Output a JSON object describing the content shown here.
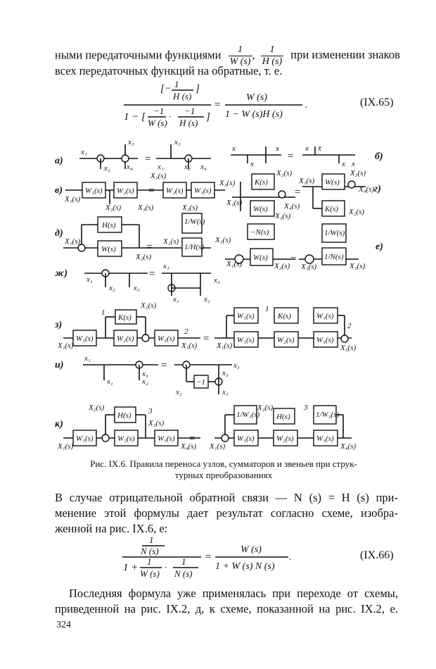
{
  "text": {
    "intro_line1_a": "ными передаточными функциями",
    "intro_frac1_num": "1",
    "intro_frac1_den": "W (s)",
    "intro_comma": ",",
    "intro_frac2_num": "1",
    "intro_frac2_den": "H (s)",
    "intro_line1_b": "при изменении знаков",
    "intro_line2": "всех передаточных функций на обратные, т. е.",
    "eq65_lhs_num": "[− 1/H (s)]",
    "eq65_lhs_den": "1 − [ −1/W (s) · −1/H (s) ]",
    "eq65_rhs_num": "W (s)",
    "eq65_rhs_den": "1 − W (s)H (s)",
    "eq65_no": "(IX.65)",
    "caption_line1": "Рис. IX.6. Правила переноса узлов, сумматоров и звеньев при струк-",
    "caption_line2": "турных преобразованиях",
    "body1_line1": "В случае отрицательной обратной связи — N (s) = H (s) при-",
    "body1_line2": "менение этой формулы дает результат согласно схеме, изобра-",
    "body1_line3": "женной на рис. IX.6, е:",
    "eq66_lhs_num": "1 / N (s)",
    "eq66_lhs_den": "1 + 1/W (s) · 1/N (s)",
    "eq66_rhs_num": "W (s)",
    "eq66_rhs_den": "1 + W (s) N (s)",
    "eq66_no": "(IX.66)",
    "body2_line1": "Последняя формула уже применялась при переходе от схемы,",
    "body2_line2": "приведенной на рис. IX.2, д, к схеме, показанной на рис. IX.2, е.",
    "page_number": "324"
  },
  "diagram": {
    "panel_labels": [
      "а)",
      "б)",
      "в)",
      "г)",
      "д)",
      "е)",
      "ж)",
      "з)",
      "и)",
      "к)"
    ],
    "blocks": [
      "W₁(s)",
      "W₂(s)",
      "K(s)",
      "H(s)",
      "−N(s)",
      "1/W(s)",
      "1/H(s)",
      "1/N(s)",
      "W₃(s)",
      "−1",
      "1/W₁(s)",
      "1/W₃(s)"
    ],
    "signals": [
      "x₁",
      "x₂",
      "x₃",
      "x₄",
      "X₁(s)",
      "X₂(s)",
      "X₃(s)",
      "X₄(s)"
    ]
  }
}
